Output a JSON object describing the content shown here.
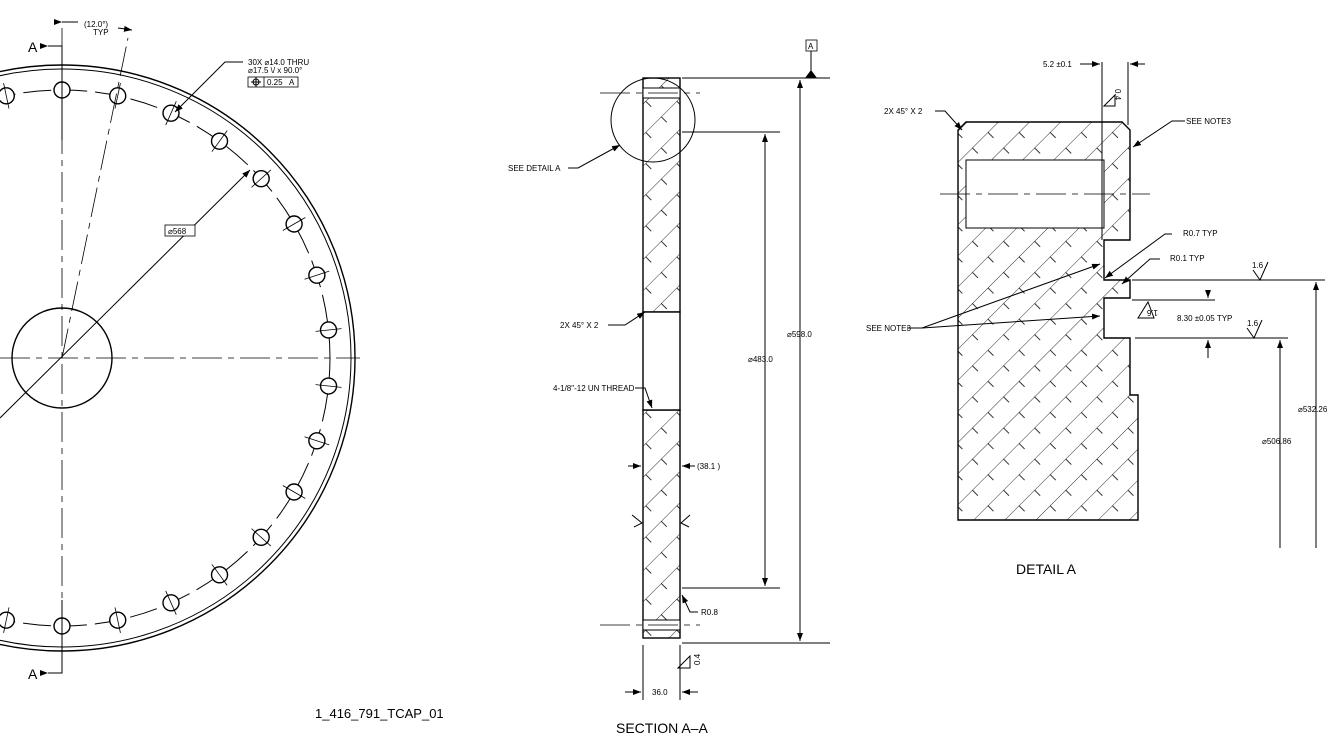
{
  "front_view": {
    "section_label_top": "A",
    "section_label_bottom": "A",
    "angle_dim": "(12.0°)",
    "angle_typ": "TYP",
    "hole_callout_1": "30X  ⌀14.0  THRU",
    "hole_callout_2": "⌀17.5  \\/  x 90.0°",
    "position_tol_value": "0.25",
    "position_tol_datum": "A",
    "bolt_circle_dim": "⌀568",
    "hole_count": 30,
    "part_number": "1_416_791_TCAP_01"
  },
  "section_view": {
    "datum": "A",
    "see_detail": "SEE DETAIL    A",
    "chamfer": "2X  45°  X   2",
    "thread": "4-1/8\"-12 UN THREAD",
    "width_ref": "(38.1 )",
    "radius": "R0.8",
    "dia_outer": "⌀598.0",
    "dia_inner": "⌀483.0",
    "thickness": "36.0",
    "finish": "0.4",
    "title": "SECTION    A–A"
  },
  "detail_view": {
    "width_dim": "5.2 ±0.1",
    "finish_top": "0.4",
    "chamfer": "2X  45°  X   2",
    "see_note_top": "SEE NOTE3",
    "r07": "R0.7   TYP",
    "r01": "R0.1   TYP",
    "see_note_left": "SEE NOTE3",
    "finish_1": "1.6",
    "finish_2": "1.6",
    "finish_3": "1.6",
    "groove_width": "8.30 ±0.05   TYP",
    "dia_1": "⌀532.26",
    "dia_2": "⌀506.86",
    "title": "DETAIL      A"
  }
}
